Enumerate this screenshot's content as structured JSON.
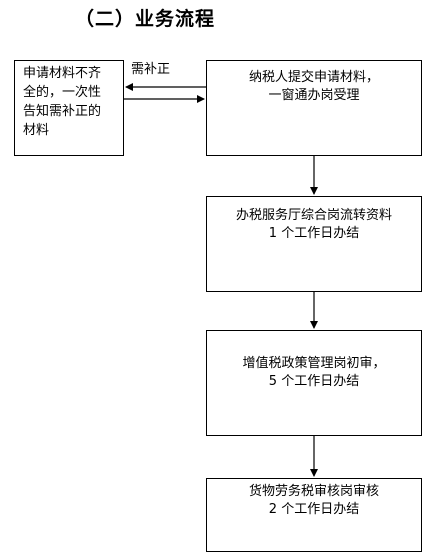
{
  "title": "（二）业务流程",
  "side_box": {
    "lines": [
      "申请材料不齐",
      "全的，一次性",
      "告知需补正的",
      "材料"
    ]
  },
  "arrow_label": "需补正",
  "steps": [
    {
      "line1": "纳税人提交申请材料，",
      "line2": "一窗通办岗受理"
    },
    {
      "line1": "办税服务厅综合岗流转资料",
      "line2": "1 个工作日办结"
    },
    {
      "line1": "增值税政策管理岗初审，",
      "line2": "5 个工作日办结"
    },
    {
      "line1": "货物劳务税审核岗审核",
      "line2": "2 个工作日办结"
    }
  ]
}
